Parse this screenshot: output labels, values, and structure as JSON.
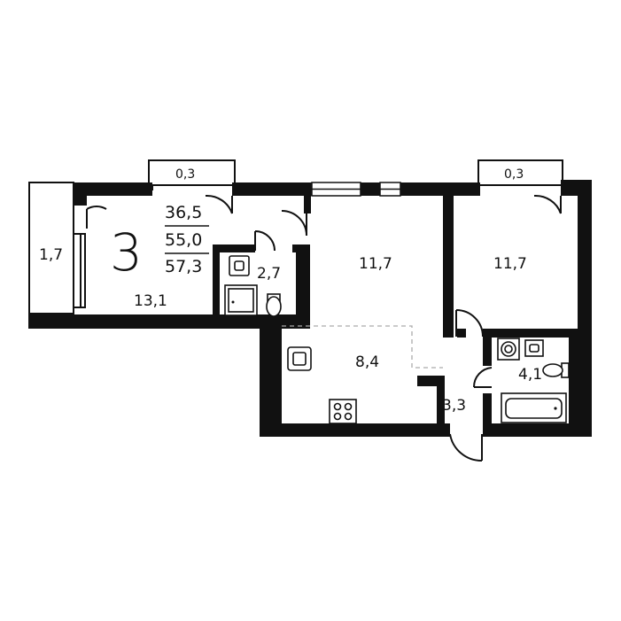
{
  "plan": {
    "room_count": "3",
    "areas": {
      "living": "36,5",
      "total": "55,0",
      "total_with_balcony": "57,3"
    },
    "rooms": {
      "balcony": "1,7",
      "room_left": "13,1",
      "bathroom_small": "2,7",
      "room_middle": "11,7",
      "room_right": "11,7",
      "kitchen": "8,4",
      "hall": "3,3",
      "bathroom_large": "4,1",
      "ledge_left": "0,3",
      "ledge_right": "0,3"
    },
    "colors": {
      "wall": "#111111",
      "background": "#ffffff",
      "dashed_line": "#aaaaaa"
    }
  }
}
